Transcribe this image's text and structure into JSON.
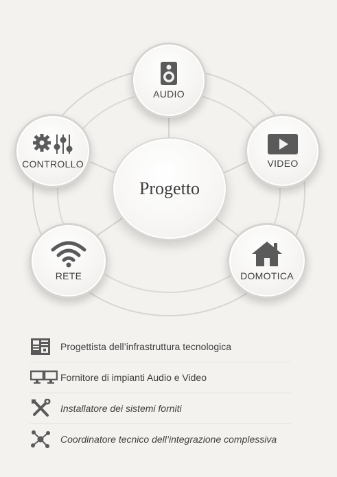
{
  "diagram": {
    "center": {
      "label": "Progetto"
    },
    "nodes": {
      "audio": {
        "label": "AUDIO",
        "icon": "speaker-icon"
      },
      "video": {
        "label": "VIDEO",
        "icon": "play-icon"
      },
      "controllo": {
        "label": "CONTROLLO",
        "icon": "gear-sliders-icon"
      },
      "rete": {
        "label": "RETE",
        "icon": "wifi-icon"
      },
      "domotica": {
        "label": "DOMOTICA",
        "icon": "house-icon"
      }
    },
    "colors": {
      "icon": "#5a5a5a",
      "ring": "#d8d6d2",
      "background": "#f4f2ef"
    }
  },
  "roles": [
    {
      "text": "Progettista dell’infrastruttura tecnologica",
      "icon": "blueprint-icon"
    },
    {
      "text": "Fornitore di impianti Audio e Video",
      "icon": "monitors-icon"
    },
    {
      "text": "Installatore dei sistemi forniti",
      "icon": "tools-icon"
    },
    {
      "text": "Coordinatore tecnico dell’integrazione complessiva",
      "icon": "network-icon"
    }
  ]
}
